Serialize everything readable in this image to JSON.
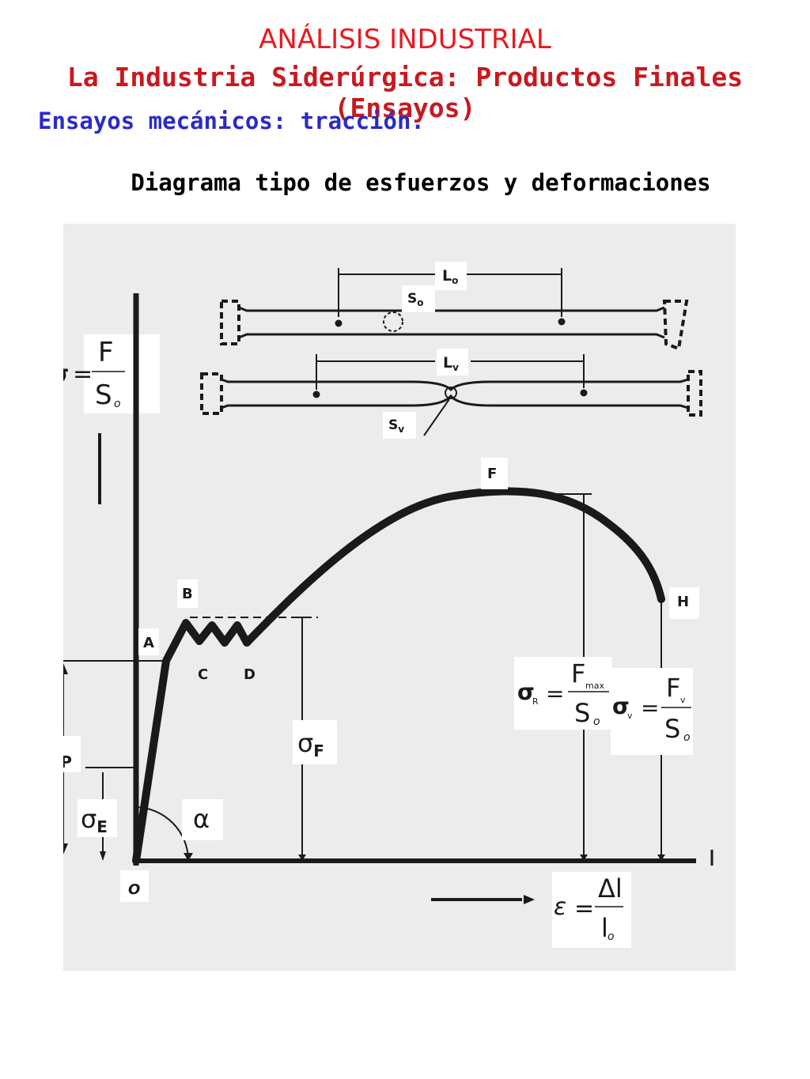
{
  "header": {
    "title": "ANÁLISIS INDUSTRIAL",
    "subtitle": "La Industria Siderúrgica: Productos Finales (Ensayos)",
    "section": "Ensayos mecánicos: tracción.",
    "diagram_title": "Diagrama tipo de esfuerzos y deformaciones"
  },
  "colors": {
    "title": "#e8191f",
    "subtitle": "#c8191f",
    "section": "#2b2bc8",
    "background": "#ffffff",
    "figure_bg": "#ececec",
    "ink": "#1a1a1a"
  },
  "specimen": {
    "lo": "L",
    "lo_sub": "o",
    "so": "S",
    "so_sub": "o",
    "lv": "L",
    "lv_sub": "v",
    "sv": "S",
    "sv_sub": "v"
  },
  "points": {
    "O": "O",
    "A": "A",
    "B": "B",
    "C": "C",
    "D": "D",
    "F": "F",
    "H": "H"
  },
  "symbols": {
    "sigma": "σ",
    "equals": "=",
    "F": "F",
    "S": "S",
    "o_sub": "o",
    "sigmaP": "σ",
    "P_sub": "P",
    "sigmaE": "σ",
    "E_sub": "E",
    "sigmaF": "σ",
    "F_sub": "F",
    "alpha": "α",
    "sigmaR": "σ",
    "R_sub": "R",
    "Fmax": "F",
    "max_sub": "max",
    "sigmaV": "σ",
    "v_sub": "v",
    "Fv": "F",
    "epsilon": "ε",
    "delta_l": "Δl",
    "l": "l"
  }
}
